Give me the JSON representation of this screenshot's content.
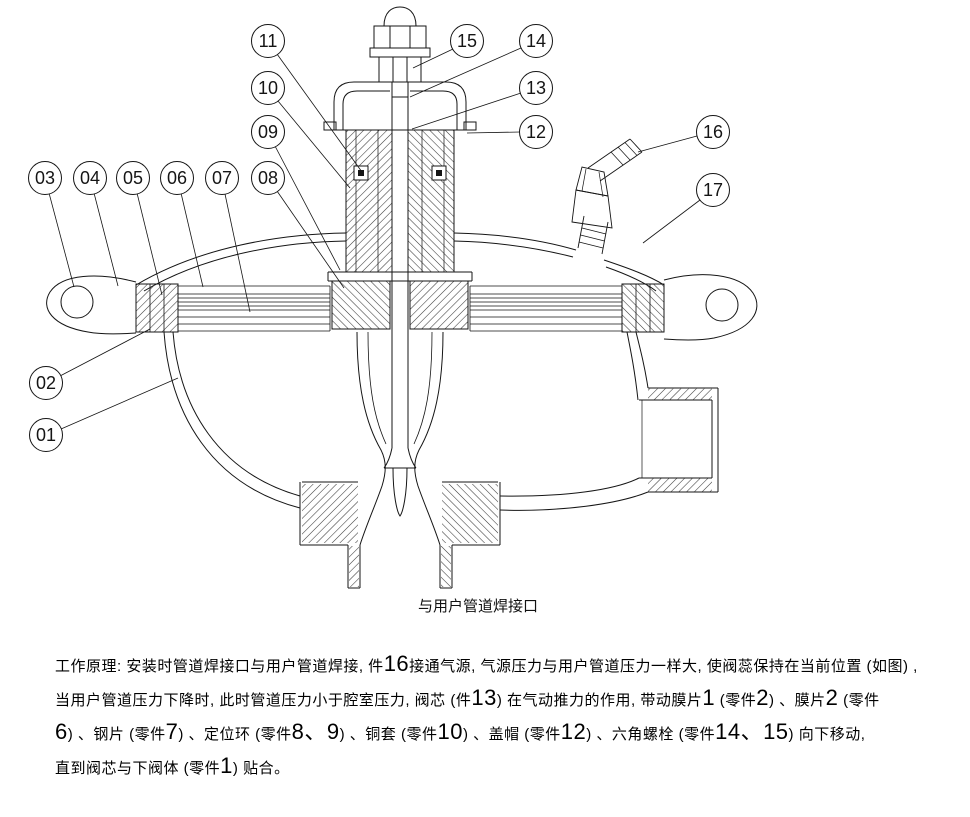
{
  "drawing": {
    "balloon_labels": [
      "01",
      "02",
      "03",
      "04",
      "05",
      "06",
      "07",
      "08",
      "09",
      "10",
      "11",
      "12",
      "13",
      "14",
      "15",
      "16",
      "17"
    ],
    "weld_caption": "与用户管道焊接口",
    "line_color": "#151515",
    "background": "#ffffff"
  },
  "description": {
    "lines": [
      [
        {
          "t": "工作原理: 安装时管道焊接口与用户管道焊接, 件"
        },
        {
          "t": "16",
          "big": true
        },
        {
          "t": "接通气源, 气源压力与用户管道压力一样大, 使阀蕊保持在当前位置 (如图) ,"
        }
      ],
      [
        {
          "t": "当用户管道压力下降时, 此时管道压力小于腔室压力, 阀芯 (件"
        },
        {
          "t": "13",
          "big": true
        },
        {
          "t": ") 在气动推力的作用, 带动膜片"
        },
        {
          "t": "1",
          "big": true
        },
        {
          "t": " (零件"
        },
        {
          "t": "2",
          "big": true
        },
        {
          "t": ") 、膜片"
        },
        {
          "t": "2",
          "big": true
        },
        {
          "t": " (零件"
        }
      ],
      [
        {
          "t": "6",
          "big": true
        },
        {
          "t": ") 、钢片 (零件"
        },
        {
          "t": "7",
          "big": true
        },
        {
          "t": ") 、定位环 (零件"
        },
        {
          "t": "8、9",
          "big": true
        },
        {
          "t": ") 、铜套 (零件"
        },
        {
          "t": "10",
          "big": true
        },
        {
          "t": ") 、盖帽 (零件"
        },
        {
          "t": "12",
          "big": true
        },
        {
          "t": ") 、六角螺栓 (零件"
        },
        {
          "t": "14、15",
          "big": true
        },
        {
          "t": ") 向下移动,"
        }
      ],
      [
        {
          "t": "直到阀芯与下阀体 (零件"
        },
        {
          "t": "1",
          "big": true
        },
        {
          "t": ") 贴合。"
        }
      ]
    ]
  }
}
